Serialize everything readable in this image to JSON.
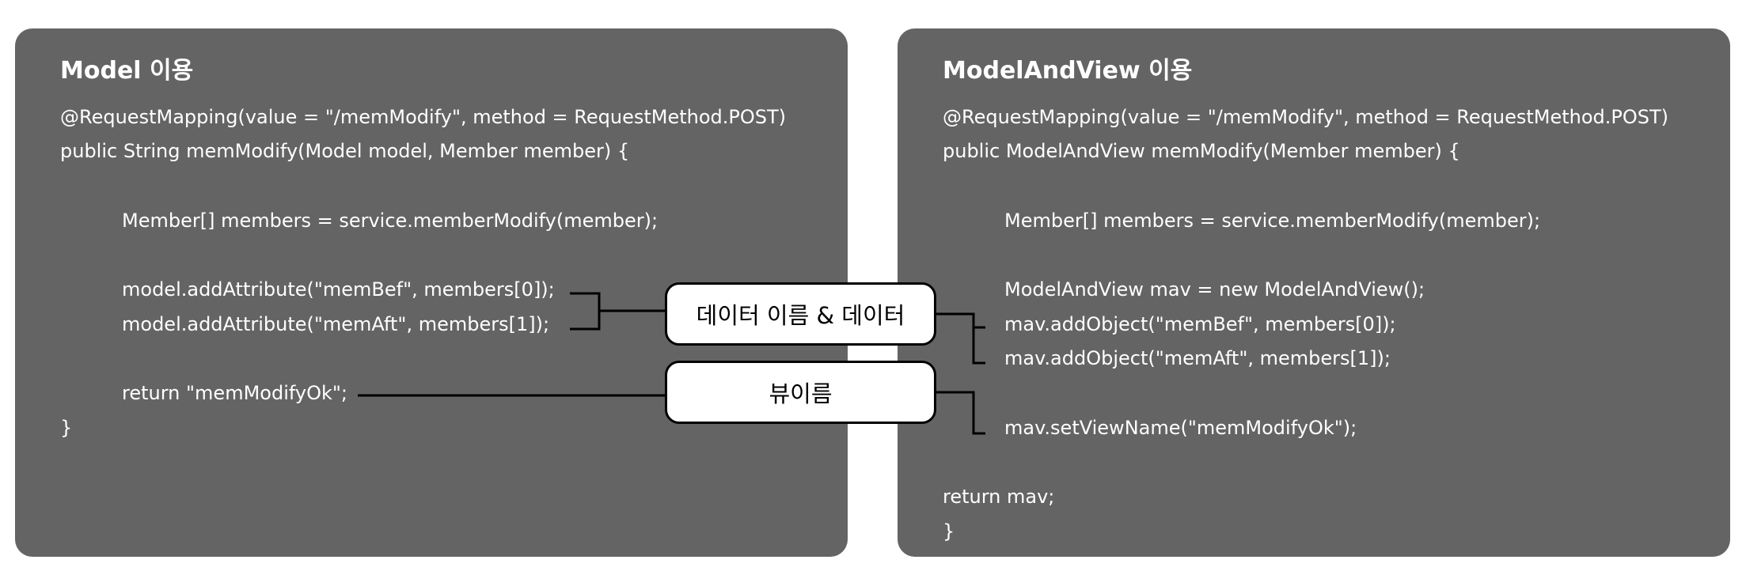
{
  "left_panel": {
    "title": "Model 이용",
    "code": [
      "@RequestMapping(value = \"/memModify\", method = RequestMethod.POST)",
      "public String memModify(Model model, Member member) {",
      "Member[] members = service.memberModify(member);",
      "model.addAttribute(\"memBef\", members[0]);",
      "model.addAttribute(\"memAft\", members[1]);",
      "return \"memModifyOk\";",
      "}"
    ]
  },
  "right_panel": {
    "title": "ModelAndView 이용",
    "code": [
      "@RequestMapping(value = \"/memModify\", method = RequestMethod.POST)",
      "public ModelAndView memModify(Member member) {",
      "Member[] members = service.memberModify(member);",
      "ModelAndView mav = new ModelAndView();",
      "mav.addObject(\"memBef\", members[0]);",
      "mav.addObject(\"memAft\", members[1]);",
      "mav.setViewName(\"memModifyOk\");",
      "return mav;",
      "}"
    ]
  },
  "callouts": {
    "data_label": "데이터 이름 & 데이터",
    "view_label": "뷰이름"
  },
  "colors": {
    "panel_bg": "#646464",
    "code_text": "#ffffff",
    "callout_bg": "#ffffff",
    "connector": "#000000"
  }
}
